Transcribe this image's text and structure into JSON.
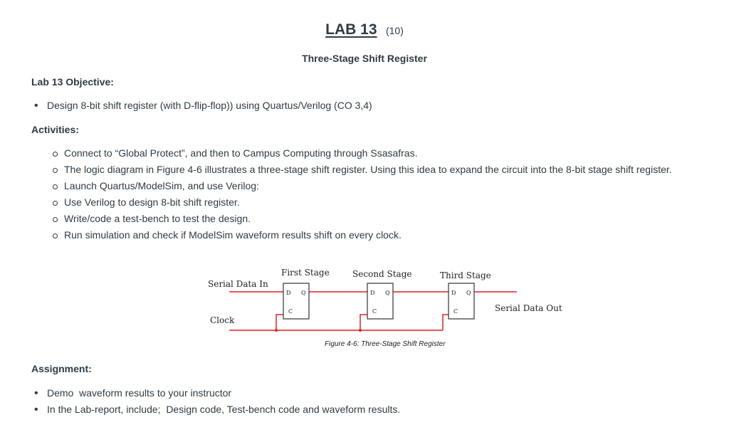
{
  "header": {
    "title": "LAB 13",
    "points": "(10)",
    "subtitle": "Three-Stage Shift Register"
  },
  "objective": {
    "heading": "Lab 13 Objective:",
    "items": [
      "Design 8-bit shift register (with D-flip-flop)) using Quartus/Verilog (CO 3,4)"
    ]
  },
  "activities": {
    "heading": "Activities:",
    "items": [
      "Connect to “Global Protect”, and then to Campus Computing through Ssasafras.",
      "The logic diagram in Figure 4-6 illustrates a three-stage shift register. Using this idea to expand the circuit into the 8-bit stage shift register.",
      "Launch Quartus/ModelSim, and use Verilog:",
      "Use Verilog to design 8-bit shift register.",
      "Write/code a test-bench to test the design.",
      "Run simulation and check if ModelSim waveform results shift on every clock."
    ]
  },
  "figure": {
    "serial_in_label": "Serial Data In",
    "clock_label": "Clock",
    "serial_out_label": "Serial Data Out",
    "stages": [
      {
        "label": "First Stage"
      },
      {
        "label": "Second Stage"
      },
      {
        "label": "Third Stage"
      }
    ],
    "pin_d": "D",
    "pin_q": "Q",
    "pin_c": "C",
    "caption": "Figure 4-6: Three-Stage Shift Register",
    "wire_color": "#e02020"
  },
  "assignment": {
    "heading": "Assignment:",
    "items": [
      "Demo  waveform results to your instructor",
      "In the Lab-report, include;  Design code, Test-bench code and waveform results."
    ]
  }
}
